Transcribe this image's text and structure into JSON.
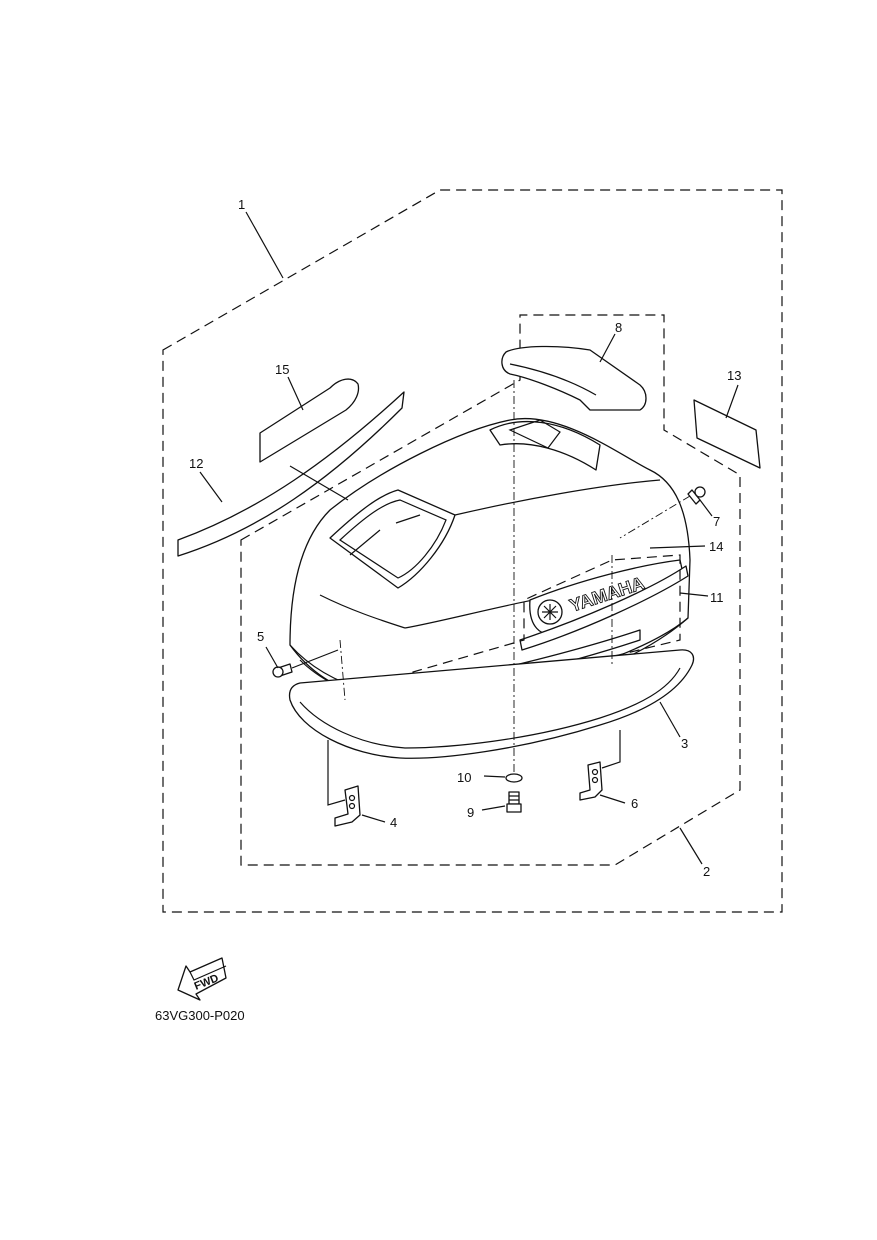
{
  "diagram": {
    "callouts": [
      "1",
      "2",
      "3",
      "4",
      "5",
      "6",
      "7",
      "8",
      "9",
      "10",
      "11",
      "12",
      "13",
      "14",
      "15"
    ],
    "brand_text": "YAMAHA",
    "fwd_label": "FWD",
    "drawing_code": "63VG300-P020"
  }
}
